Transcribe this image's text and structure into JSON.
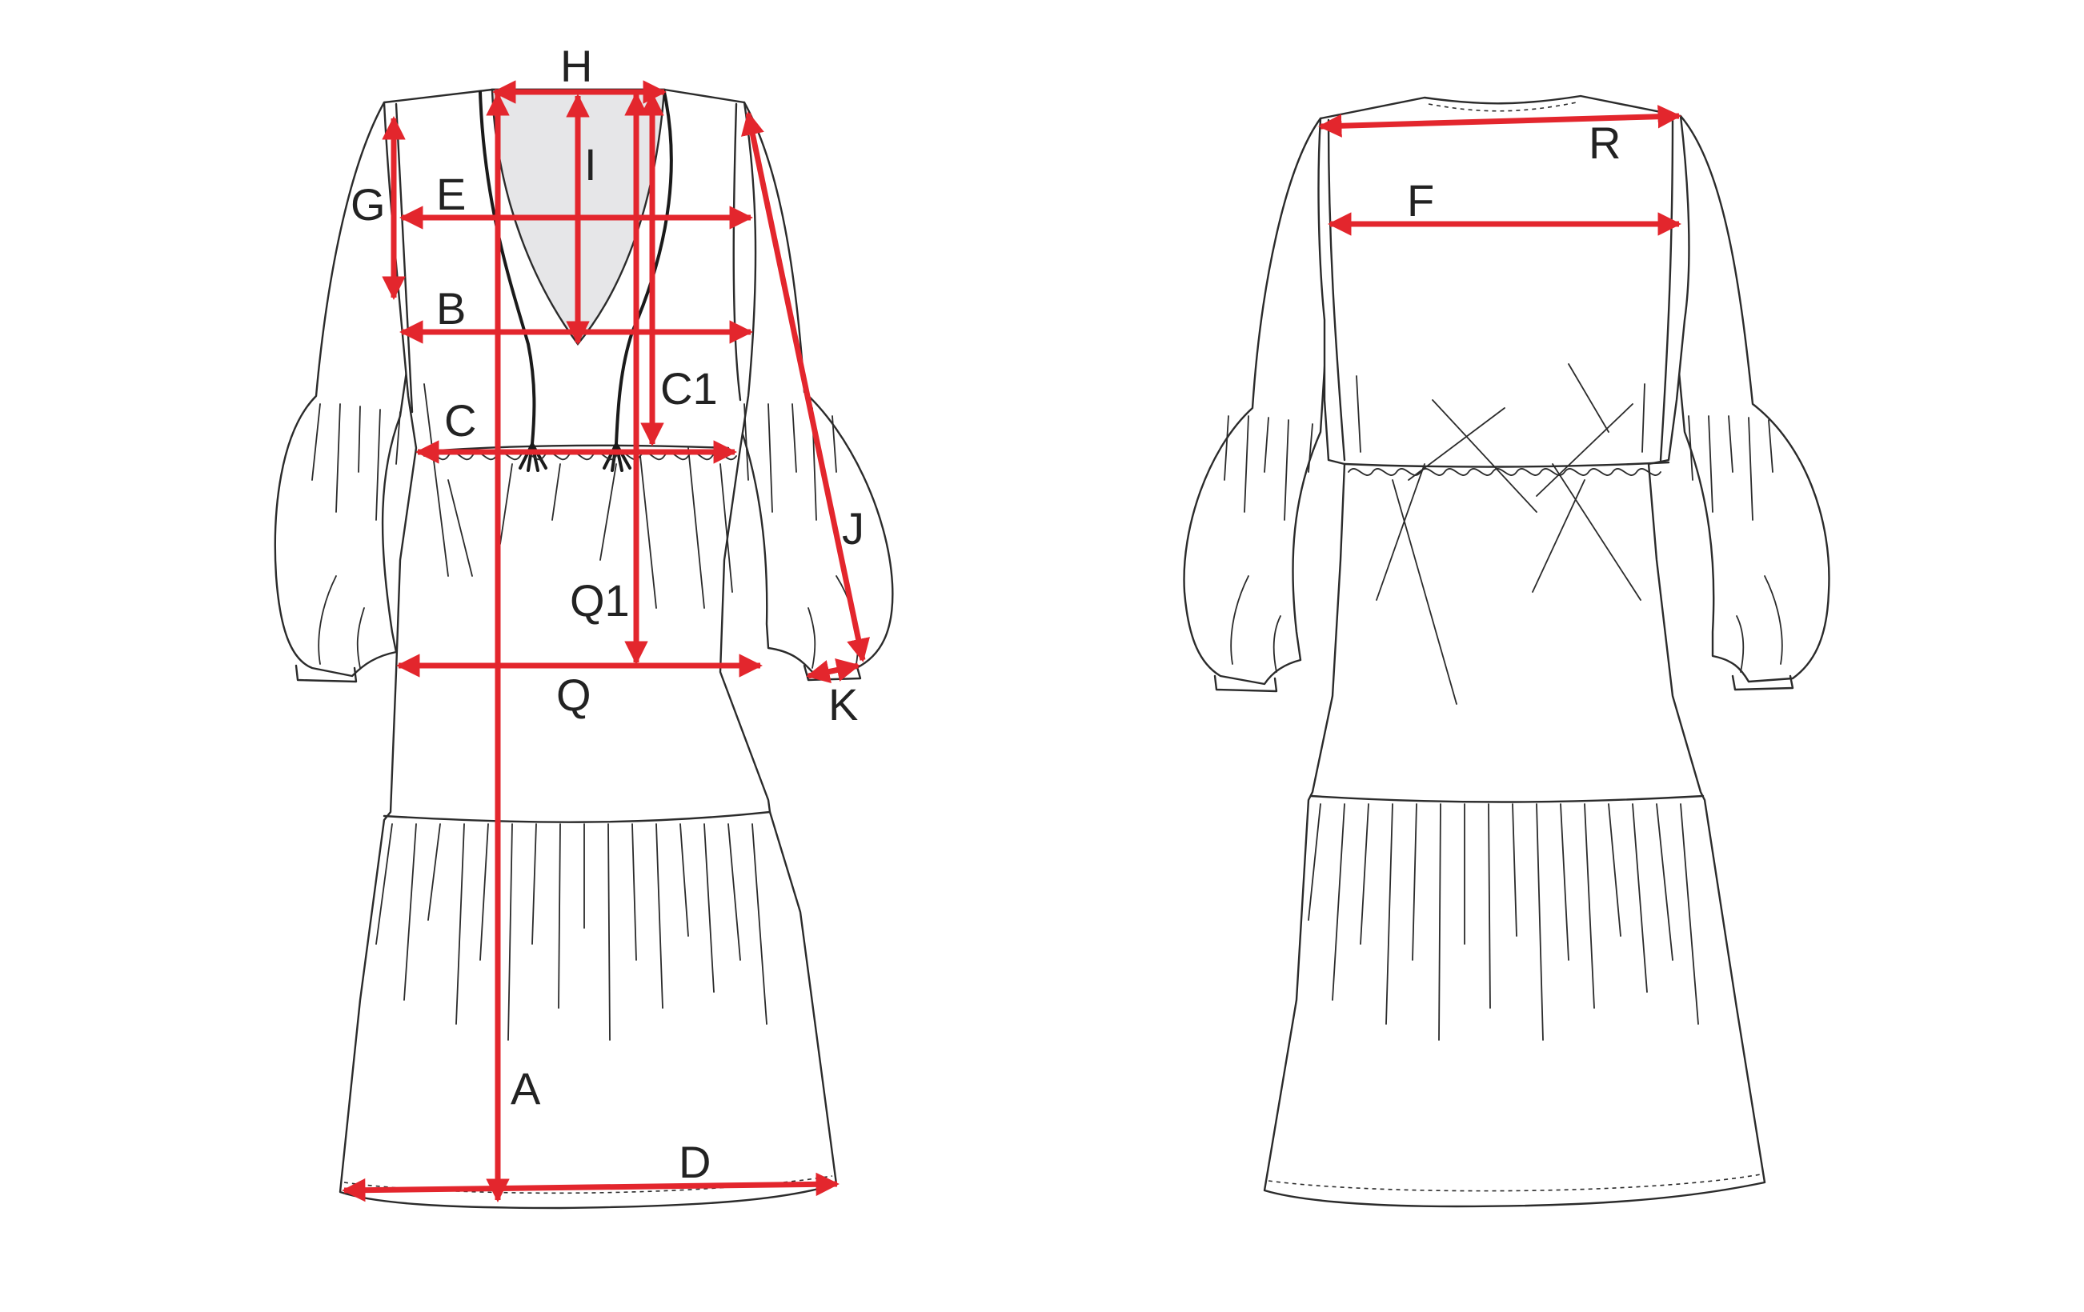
{
  "colors": {
    "measure_line": "#e3262d",
    "outline": "#2b2b2b",
    "neckline_fill": "#e6e6e8",
    "background": "#ffffff"
  },
  "front_view": {
    "labels": {
      "H": "H",
      "I": "I",
      "G": "G",
      "E": "E",
      "B": "B",
      "C1": "C1",
      "C": "C",
      "J": "J",
      "Q1": "Q1",
      "Q": "Q",
      "K": "K",
      "A": "A",
      "D": "D"
    }
  },
  "back_view": {
    "labels": {
      "R": "R",
      "F": "F"
    }
  }
}
